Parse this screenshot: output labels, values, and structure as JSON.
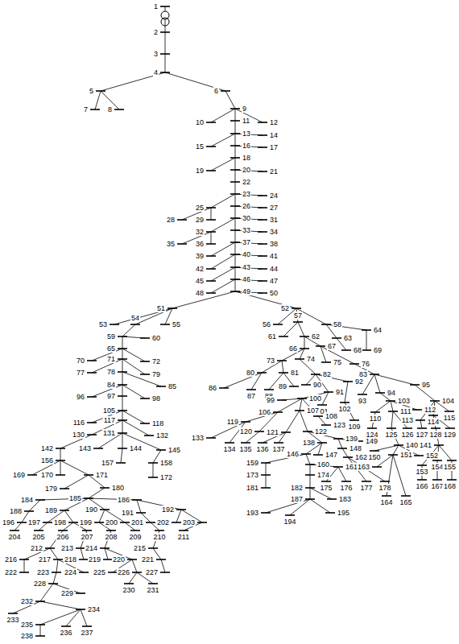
{
  "diagram": {
    "labels": [
      "1",
      "2",
      "3",
      "4",
      "5",
      "6",
      "7",
      "8",
      "9",
      "10",
      "11",
      "12",
      "13",
      "14",
      "15",
      "16",
      "17",
      "18",
      "19",
      "20",
      "21",
      "22",
      "23",
      "24",
      "25",
      "26",
      "27",
      "28",
      "29",
      "30",
      "31",
      "32",
      "33",
      "34",
      "35",
      "36",
      "37",
      "38",
      "39",
      "40",
      "41",
      "42",
      "43",
      "44",
      "45",
      "46",
      "47",
      "48",
      "49",
      "50",
      "51",
      "52",
      "53",
      "54",
      "55",
      "56",
      "57",
      "58",
      "59",
      "60",
      "61",
      "62",
      "63",
      "64",
      "65",
      "66",
      "67",
      "68",
      "69",
      "70",
      "71",
      "72",
      "73",
      "74",
      "75",
      "76",
      "77",
      "78",
      "79",
      "80",
      "81",
      "82",
      "83",
      "84",
      "85",
      "86",
      "87",
      "88",
      "89",
      "90",
      "91",
      "92",
      "93",
      "94",
      "95",
      "96",
      "97",
      "98",
      "99",
      "100",
      "101",
      "102",
      "103",
      "104",
      "105",
      "106",
      "107",
      "108",
      "109",
      "110",
      "111",
      "112",
      "113",
      "114",
      "115",
      "116",
      "117",
      "118",
      "119",
      "120",
      "121",
      "122",
      "123",
      "124",
      "125",
      "126",
      "127",
      "128",
      "129",
      "130",
      "131",
      "132",
      "133",
      "134",
      "135",
      "136",
      "137",
      "138",
      "139",
      "140",
      "141",
      "142",
      "143",
      "144",
      "145",
      "146",
      "147",
      "148",
      "149",
      "150",
      "151",
      "152",
      "153",
      "154",
      "155",
      "156",
      "157",
      "158",
      "159",
      "160",
      "161",
      "162",
      "163",
      "164",
      "165",
      "166",
      "167",
      "168",
      "169",
      "170",
      "171",
      "172",
      "173",
      "174",
      "175",
      "176",
      "177",
      "178",
      "179",
      "180",
      "181",
      "182",
      "183",
      "184",
      "185",
      "186",
      "187",
      "188",
      "189",
      "190",
      "191",
      "192",
      "193",
      "194",
      "195",
      "196",
      "197",
      "198",
      "199",
      "200",
      "201",
      "202",
      "203",
      "204",
      "205",
      "206",
      "207",
      "208",
      "209",
      "210",
      "211",
      "212",
      "213",
      "214",
      "215",
      "216",
      "217",
      "218",
      "219",
      "220",
      "221",
      "222",
      "223",
      "224",
      "225",
      "226",
      "227",
      "228",
      "229",
      "230",
      "231",
      "232",
      "233",
      "234",
      "235",
      "236",
      "237",
      "238"
    ]
  }
}
